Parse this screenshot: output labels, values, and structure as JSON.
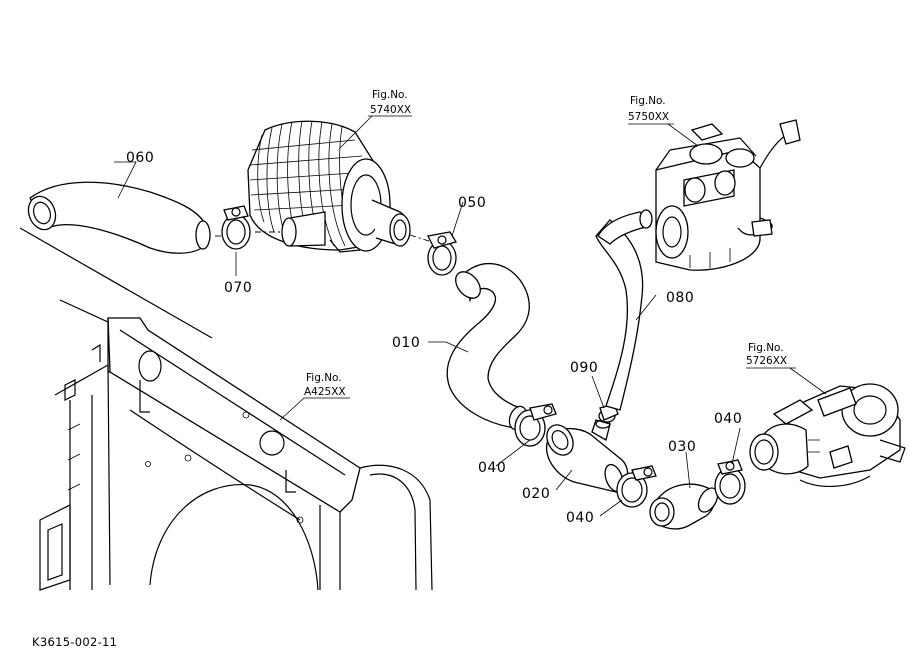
{
  "callouts": {
    "p060": "060",
    "p070": "070",
    "p050": "050",
    "p010": "010",
    "p080": "080",
    "p090": "090",
    "p040a": "040",
    "p040b": "040",
    "p040c": "040",
    "p020": "020",
    "p030": "030"
  },
  "fig_refs": {
    "air_cleaner": {
      "label": "Fig.No.",
      "number": "5740XX"
    },
    "throttle": {
      "label": "Fig.No.",
      "number": "5750XX"
    },
    "frame": {
      "label": "Fig.No.",
      "number": "A425XX"
    },
    "turbo": {
      "label": "Fig.No.",
      "number": "5726XX"
    }
  },
  "drawing_code": "K3615-002-11"
}
